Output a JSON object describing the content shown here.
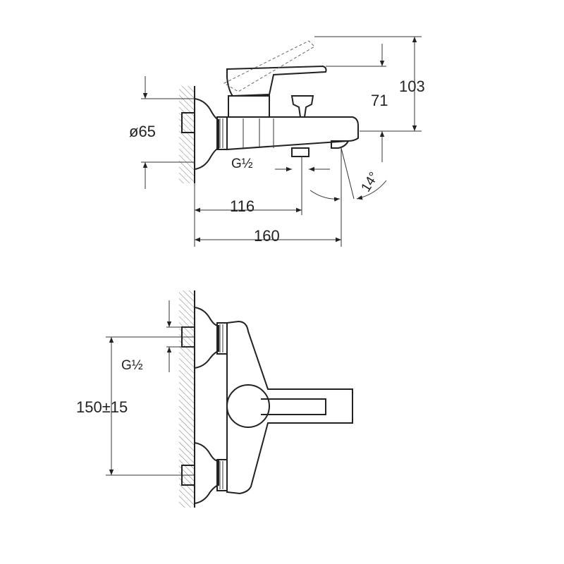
{
  "colors": {
    "line": "#222222",
    "background": "#ffffff"
  },
  "side_view": {
    "dim_outer_diameter": "ø65",
    "dim_thread": "G½",
    "dim_height_total": "103",
    "dim_height_spout": "71",
    "dim_spout_angle": "14°",
    "dim_inlet_to_outlet": "116",
    "dim_overall_depth": "160"
  },
  "front_view": {
    "dim_thread": "G½",
    "dim_inlet_spacing": "150±15"
  }
}
